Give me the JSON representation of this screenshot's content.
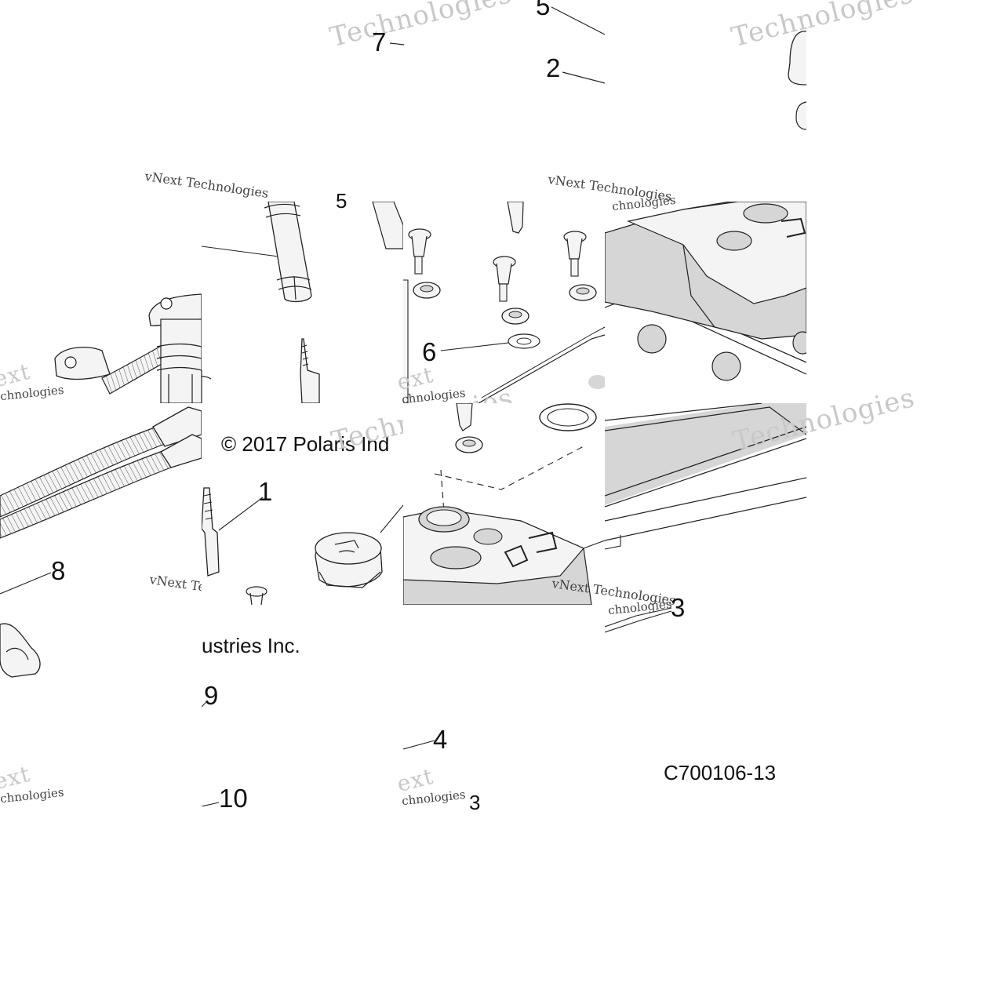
{
  "callouts": {
    "c1": "1",
    "c2": "2",
    "c3": "3",
    "c4": "4",
    "c5": "5",
    "c6": "6",
    "c7": "7",
    "c8": "8",
    "c9": "9",
    "c10": "10",
    "c3b": "3",
    "c5b": "5"
  },
  "copyright_part1": "© 2017 Polaris Ind",
  "copyright_part2": "ustries Inc.",
  "diagram_code": "C700106-13",
  "watermarks": {
    "big": "Technologies",
    "small": "vNext Technologies",
    "ext": "ext",
    "chno": "chnologies",
    "vne": "vNe"
  },
  "colors": {
    "line": "#222222",
    "fill": "#f4f4f4",
    "shade": "#d6d6d6",
    "watermark": "#c8c8c8"
  }
}
